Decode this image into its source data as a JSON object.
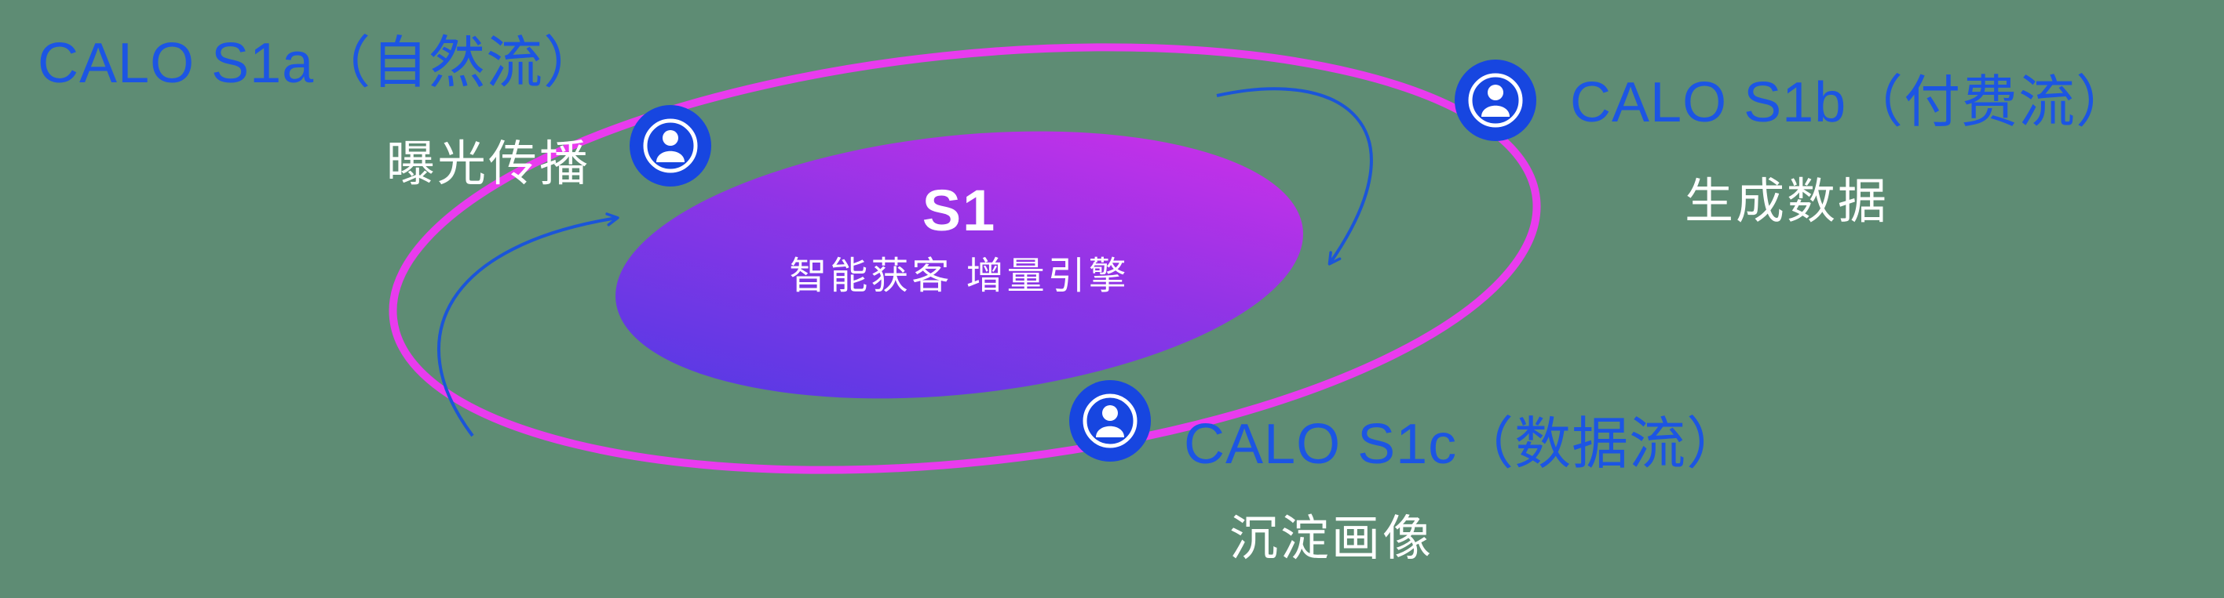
{
  "diagram": {
    "center": {
      "title": "S1",
      "subtitle": "智能获客  增量引擎"
    },
    "nodes": [
      {
        "id": "s1a",
        "icon": "person-icon",
        "label": "CALO S1a（自然流）",
        "sublabel": "曝光传播"
      },
      {
        "id": "s1b",
        "icon": "person-icon",
        "label": "CALO S1b（付费流）",
        "sublabel": "生成数据"
      },
      {
        "id": "s1c",
        "icon": "person-icon",
        "label": "CALO S1c（数据流）",
        "sublabel": "沉淀画像"
      }
    ],
    "arrows": [
      {
        "id": "flow-arrow-left",
        "direction": "counter-clockwise, pointing up toward S1a node"
      },
      {
        "id": "flow-arrow-right",
        "direction": "clockwise, curving down from S1b node toward center"
      }
    ]
  },
  "colors": {
    "background": "#5E8C74",
    "label_blue": "#1C55E3",
    "text_white": "#FFFFFF",
    "orbit_ring": "#E93BEE",
    "core_gradient_start": "#4B3BE4",
    "core_gradient_mid": "#8A35E6",
    "core_gradient_end": "#D82FE9",
    "icon_fill": "#1746E0",
    "arrow": "#1B55D8"
  }
}
